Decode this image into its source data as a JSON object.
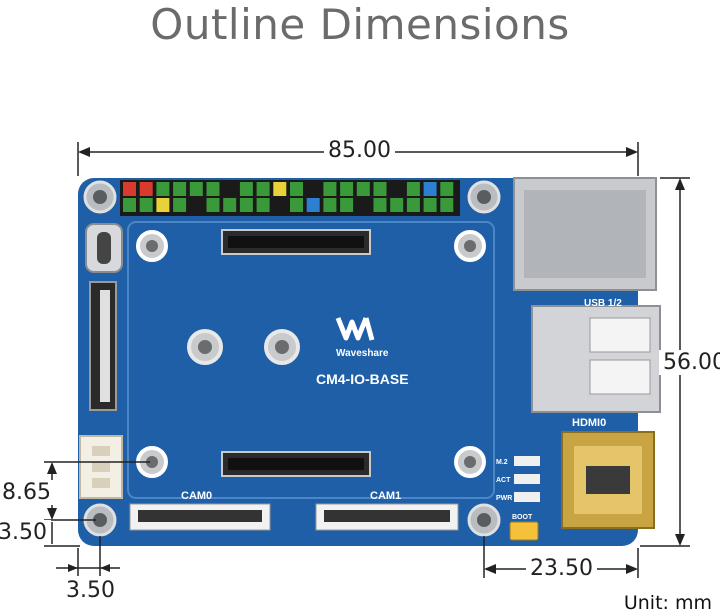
{
  "title": "Outline Dimensions",
  "dimensions": {
    "width": "85.00",
    "height": "56.00",
    "hole_y": "8.65",
    "hole_edge_y": "3.50",
    "hole_edge_x": "3.50",
    "right_offset": "23.50"
  },
  "unit_label": "Unit: mm",
  "board": {
    "logo_text": "Waveshare",
    "model": "CM4-IO-BASE",
    "cam0": "CAM0",
    "cam1": "CAM1",
    "hdmi": "HDMI0",
    "usb": "USB 1/2",
    "led_m2": "M.2",
    "led_act": "ACT",
    "led_pwr": "PWR",
    "boot": "BOOT"
  },
  "colors": {
    "board": "#1e5fa8",
    "board_dark": "#174c8c",
    "dim_line": "#222222"
  }
}
